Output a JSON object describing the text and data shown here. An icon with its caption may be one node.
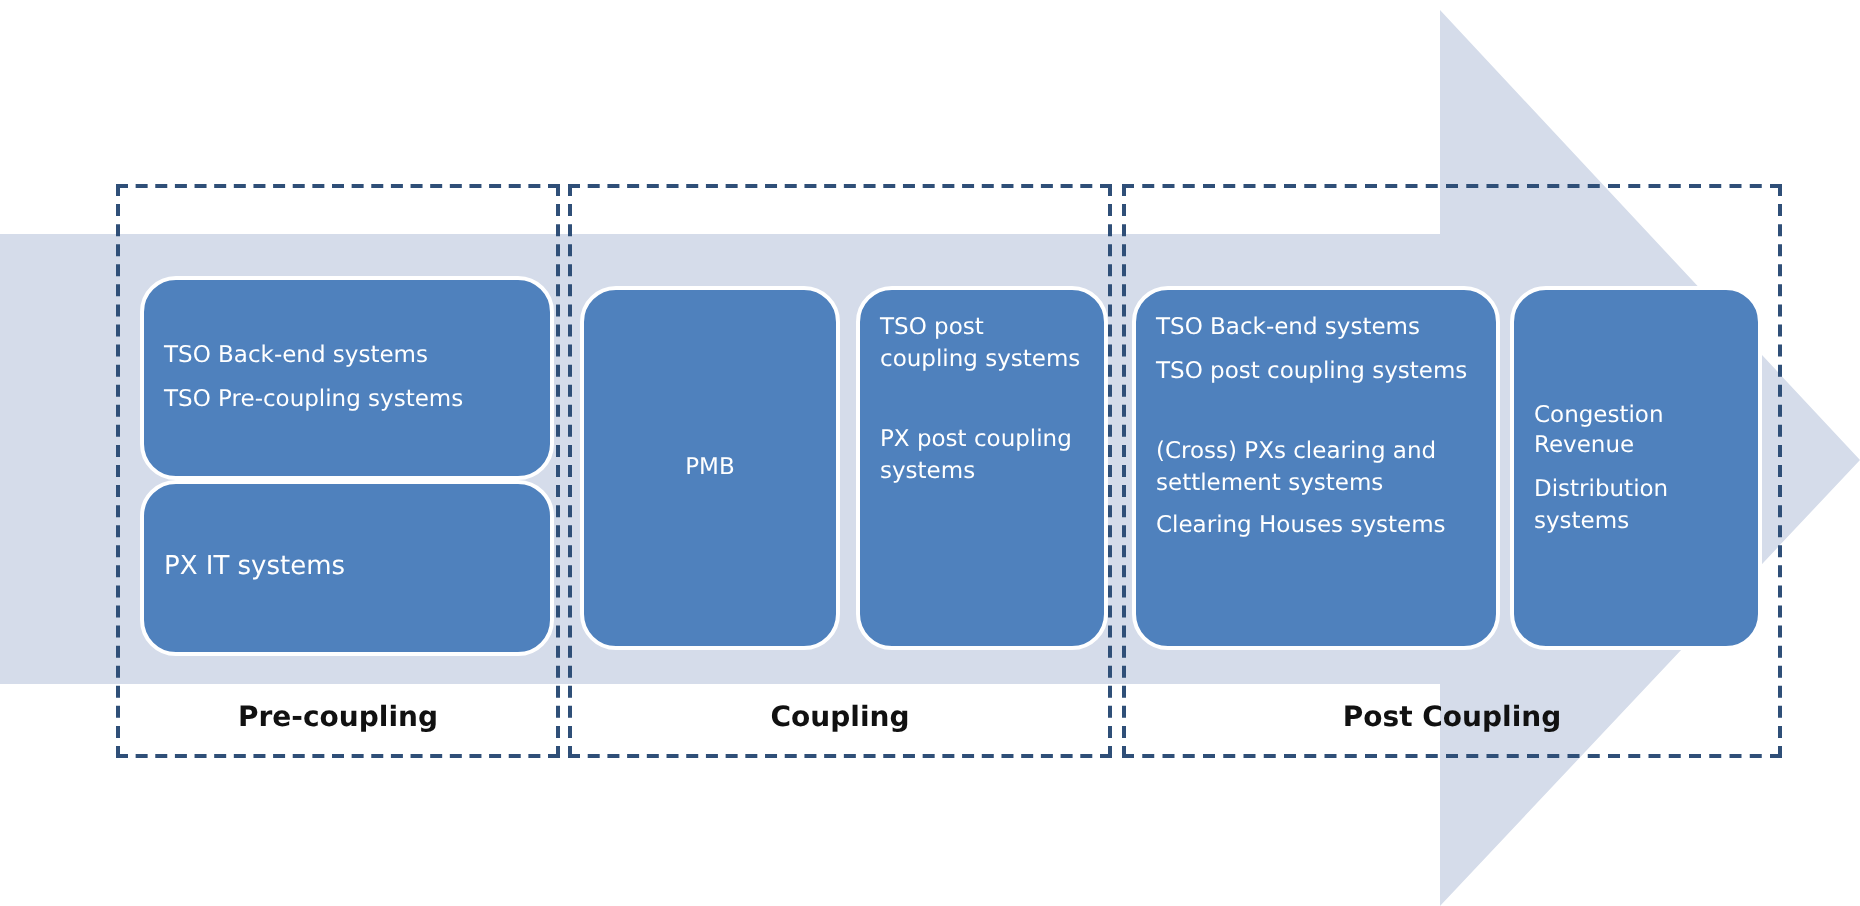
{
  "diagram": {
    "nodes": [
      {
        "text": [
          "Pre-coupling"
        ]
      },
      {
        "text": [
          "TSO Back-end systems",
          "TSO Pre-coupling systems"
        ],
        "in": 0
      },
      {
        "text": [
          "PX IT systems"
        ],
        "in": 0
      },
      {
        "text": [
          "Coupling"
        ]
      },
      {
        "text": [
          "PMB"
        ],
        "in": 3
      },
      {
        "text": [
          "TSO post coupling systems",
          "PX post coupling systems"
        ],
        "in": 3
      },
      {
        "text": [
          "Post Coupling"
        ]
      },
      {
        "text": [
          "TSO Back-end systems",
          "TSO post coupling systems",
          "(Cross) PXs clearing and settlement systems",
          "Clearing Houses systems"
        ],
        "in": 6
      },
      {
        "text": [
          "Congestion Revenue",
          "Distribution systems"
        ],
        "in": 6
      }
    ],
    "edges": []
  }
}
